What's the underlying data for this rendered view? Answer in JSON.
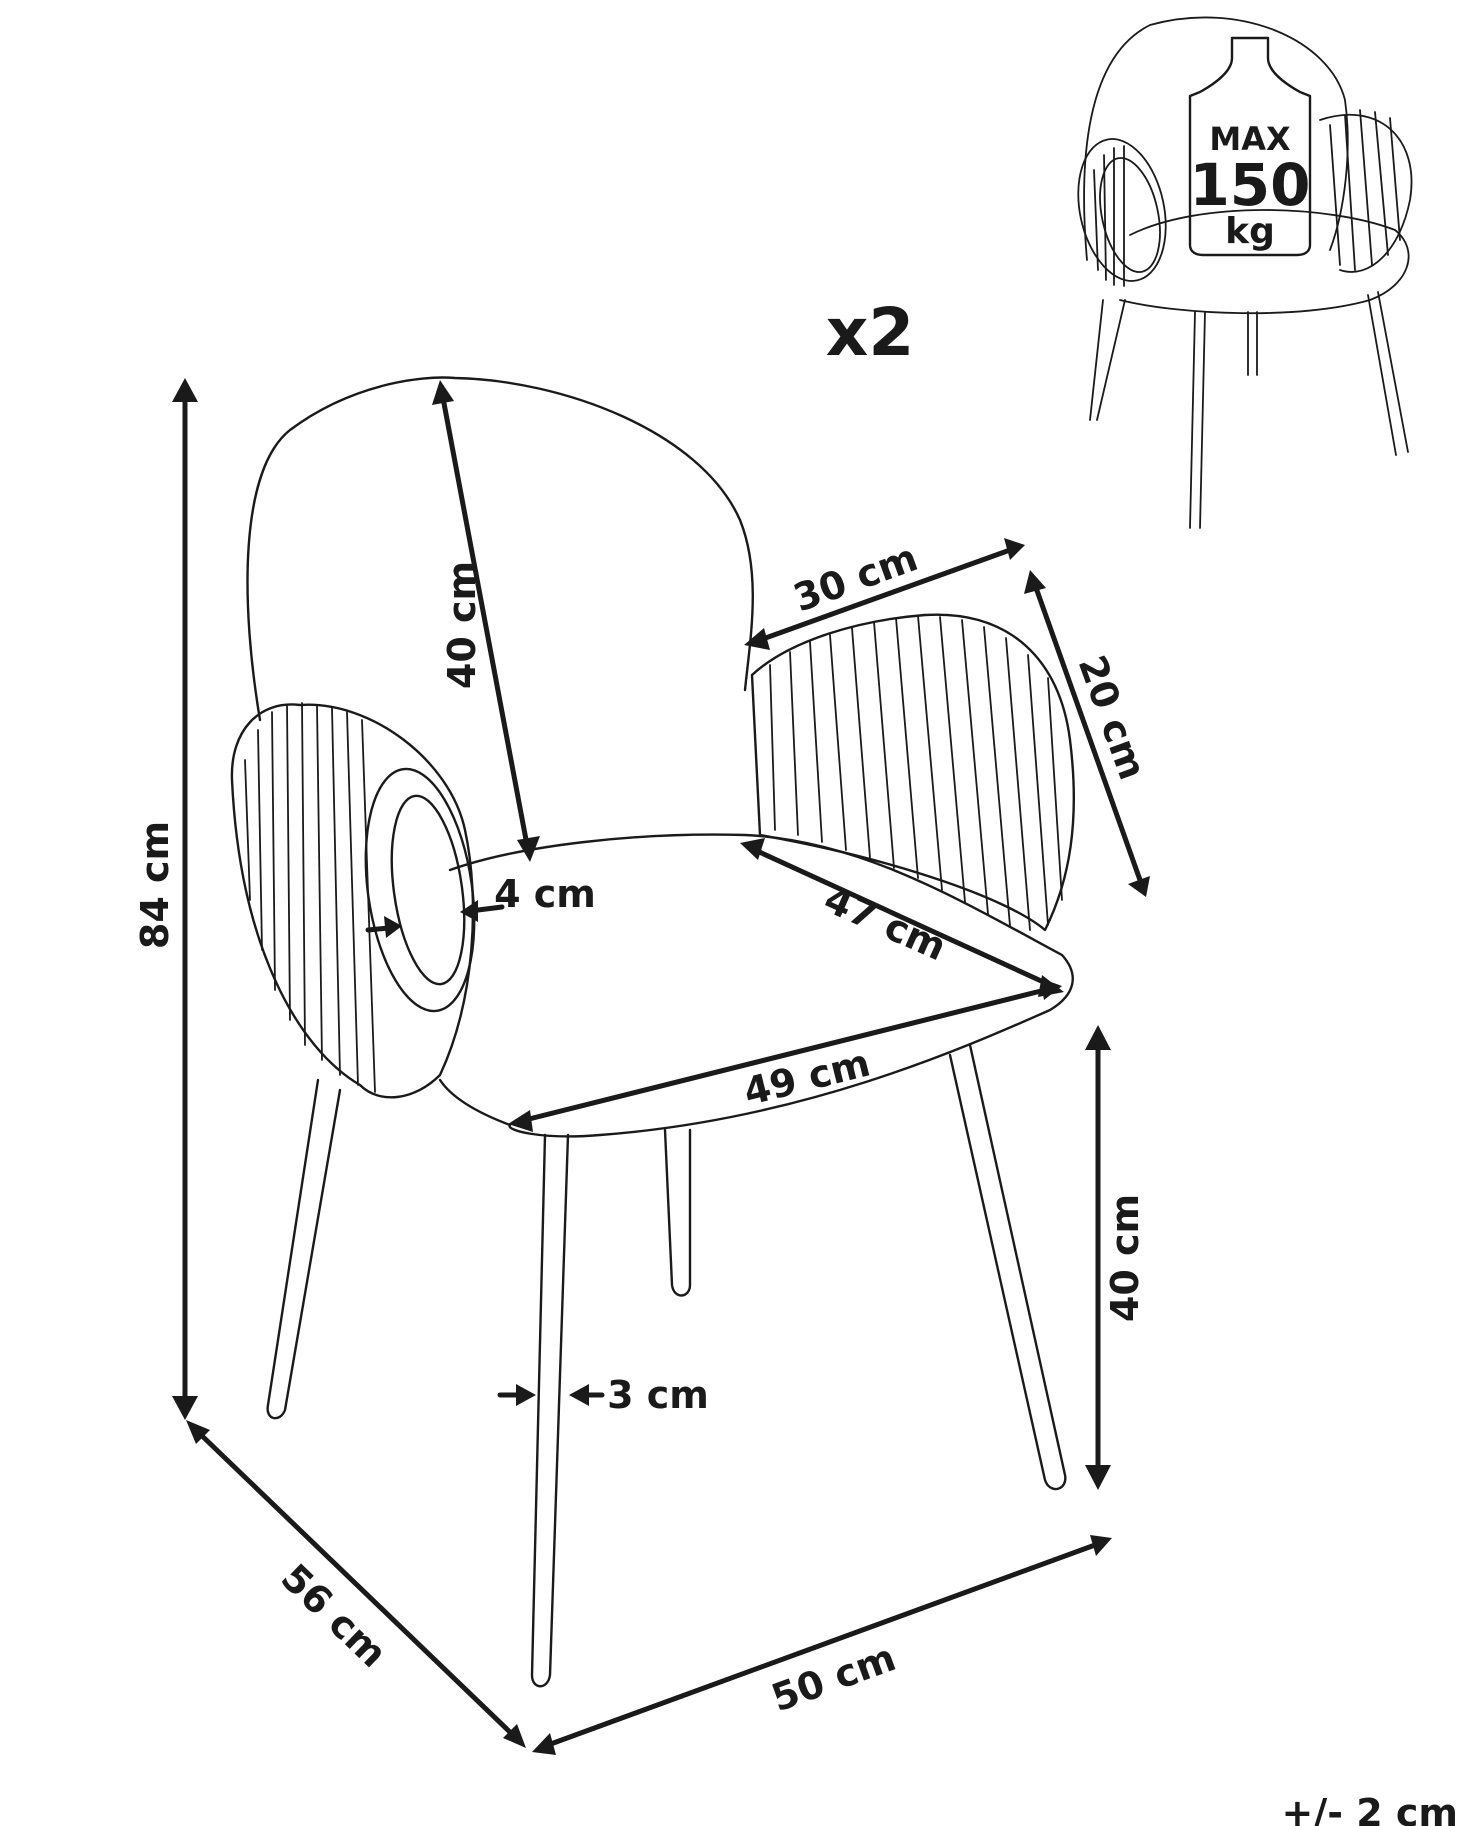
{
  "quantity_label": "x2",
  "load_badge": {
    "line1": "MAX",
    "line2": "150",
    "line3": "kg"
  },
  "dimensions": {
    "total_height": "84 cm",
    "backrest_height": "40 cm",
    "armrest_length": "30 cm",
    "armrest_height": "20 cm",
    "armrest_thickness": "4 cm",
    "seat_depth": "47 cm",
    "seat_width": "49 cm",
    "seat_height": "40 cm",
    "leg_thickness": "3 cm",
    "overall_depth": "56 cm",
    "overall_width": "50 cm"
  },
  "tolerance": "+/- 2 cm",
  "colors": {
    "ink": "#1a1a1a",
    "background": "#ffffff"
  }
}
